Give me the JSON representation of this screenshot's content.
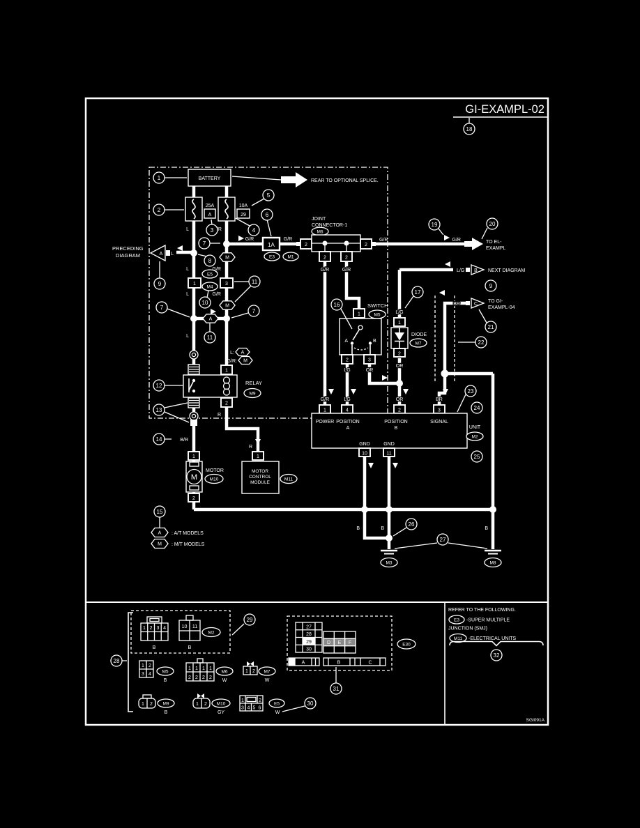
{
  "header": {
    "title": "GI-EXAMPL-02",
    "figure_code": "SGI091A"
  },
  "callouts": {
    "1": "1",
    "2": "2",
    "3": "3",
    "4": "4",
    "5": "5",
    "6": "6",
    "7": "7",
    "8": "8",
    "9": "9",
    "10": "10",
    "11": "11",
    "12": "12",
    "13": "13",
    "14": "14",
    "15": "15",
    "16": "16",
    "17": "17",
    "18": "18",
    "19": "19",
    "20": "20",
    "21": "21",
    "22": "22",
    "23": "23",
    "24": "24",
    "25": "25",
    "26": "26",
    "27": "27",
    "28": "28",
    "29": "29",
    "30": "30",
    "31": "31",
    "32": "32"
  },
  "battery_area": {
    "battery": "BATTERY",
    "fuse1_amp": "25A",
    "fuse1_id": "A",
    "fuse2_amp": "10A",
    "fuse2_id": "29",
    "wire_l": "L",
    "wire_gr": "G/R",
    "rear_splice": "REAR TO OPTIONAL SPLICE.",
    "gr_before_smj": "G/R",
    "smj_box": "1A",
    "gr_after_smj": "G/R",
    "e3": "E3",
    "m1": "M1"
  },
  "preceding": {
    "line1": "PRECEDING",
    "line2": "DIAGRAM",
    "triangle": "A",
    "wire_l": "L"
  },
  "left_branch": {
    "l_upper": "L",
    "conn_left": "1",
    "conn_right": "3",
    "e5": "E5",
    "m4": "M4",
    "l_lower": "L",
    "gr_upper": "G/R",
    "gr_lower": "G/R",
    "hex_m_upper": "M",
    "hex_m_lower": "M",
    "hex_a": "A",
    "l_bottom": "L"
  },
  "relay_area": {
    "label_l": "L:",
    "hex_a": "A",
    "label_gr": "G/R:",
    "hex_m": "M",
    "pin1": "1",
    "pin2": "2",
    "name": "RELAY",
    "m9": "M9",
    "wire_r": "R",
    "wire_br": "B/R"
  },
  "motor_area": {
    "pin1": "1",
    "m": "M",
    "name": "MOTOR",
    "m10": "M10",
    "pin2": "2"
  },
  "mcm_area": {
    "wire_r": "R",
    "pin1": "1",
    "line1": "MOTOR",
    "line2": "CONTROL",
    "line3": "MODULE",
    "m11": "M11"
  },
  "joint_connector": {
    "line1": "JOINT",
    "line2": "CONNECTOR-1",
    "m6": "M6",
    "pin_left": "2",
    "pin_right": "2",
    "pin_b1": "2",
    "pin_b2": "2",
    "gr_b1": "G/R",
    "gr_b2": "G/R"
  },
  "to_el": {
    "gr1": "G/R",
    "gr2": "G/R",
    "line1": "TO EL-",
    "line2": "EXAMPL"
  },
  "next_diagram": {
    "lg": "L/G",
    "triangle": "B",
    "label": "NEXT DIAGRAM"
  },
  "to_gi": {
    "br": "BR",
    "triangle": "C",
    "line1": "TO GI-",
    "line2": "EXAMPL-04"
  },
  "switch_area": {
    "name": "SWITCH",
    "m5": "M5",
    "pin1": "1",
    "a": "A",
    "b": "B",
    "pin2": "2",
    "pin3": "3",
    "lg": "LG",
    "or": "OR"
  },
  "diode_area": {
    "lg": "L/G",
    "pin1": "1",
    "name": "DIODE",
    "m7": "M7",
    "pin2": "2",
    "or": "OR"
  },
  "unit_area": {
    "gr": "G/R",
    "lg": "LG",
    "or": "OR",
    "br": "BR",
    "pin1": "1",
    "pin4": "4",
    "pin2": "2",
    "pin3": "3",
    "power": "POWER",
    "position1": "POSITION",
    "a": "A",
    "position2": "POSITION",
    "b": "B",
    "signal": "SIGNAL",
    "unit": "UNIT",
    "m2": "M2",
    "gnd1": "GND",
    "gnd2": "GND",
    "pin10": "10",
    "pin11": "11"
  },
  "ground_area": {
    "b1": "B",
    "b2": "B",
    "b3": "B",
    "m3": "M3",
    "m8": "M8"
  },
  "legend": {
    "hex_a": "A",
    "at_models": ": A/T MODELS",
    "hex_m": "M",
    "mt_models": ": M/T MODELS"
  },
  "connector_box": {
    "m2a": {
      "p1": "1",
      "p2": "2",
      "p3": "3",
      "p4": "4",
      "color": "B"
    },
    "m2b": {
      "p1": "10",
      "p2": "11",
      "color": "B"
    },
    "m2": "M2",
    "m5": {
      "p1": "1",
      "p2": "2",
      "p3": "3",
      "p4": "4",
      "oval": "M5",
      "color": "B"
    },
    "m6": {
      "p1": "1",
      "p2": "1",
      "p3": "1",
      "p4": "1",
      "p5": "2",
      "p6": "2",
      "p7": "2",
      "p8": "2",
      "oval": "M6",
      "color": "W"
    },
    "m7": {
      "p1": "1",
      "p2": "2",
      "oval": "M7",
      "color": "W"
    },
    "m9": {
      "p1": "1",
      "p2": "2",
      "oval": "M9",
      "color": "B"
    },
    "m10": {
      "p1": "1",
      "p2": "2",
      "oval": "M10",
      "color": "GY"
    },
    "e5": {
      "p1": "1",
      "p2": "2",
      "p3": "3",
      "p4": "4",
      "p5": "5",
      "p6": "6",
      "oval": "E5",
      "color": "W"
    },
    "smj": {
      "r1": "27",
      "r2": "28",
      "r3": "29",
      "r4": "30",
      "d": "D",
      "e": "E",
      "f": "F",
      "a": "A",
      "b": "B",
      "c": "C",
      "oval": "E30"
    }
  },
  "refer_panel": {
    "title": "REFER TO THE FOLLOWING.",
    "e3": "E3",
    "e3_desc": "-SUPER MULTIPLE",
    "e3_desc2": "JUNCTION (SMJ)",
    "m11": "M11",
    "m11_desc": "-ELECTRICAL UNITS"
  }
}
